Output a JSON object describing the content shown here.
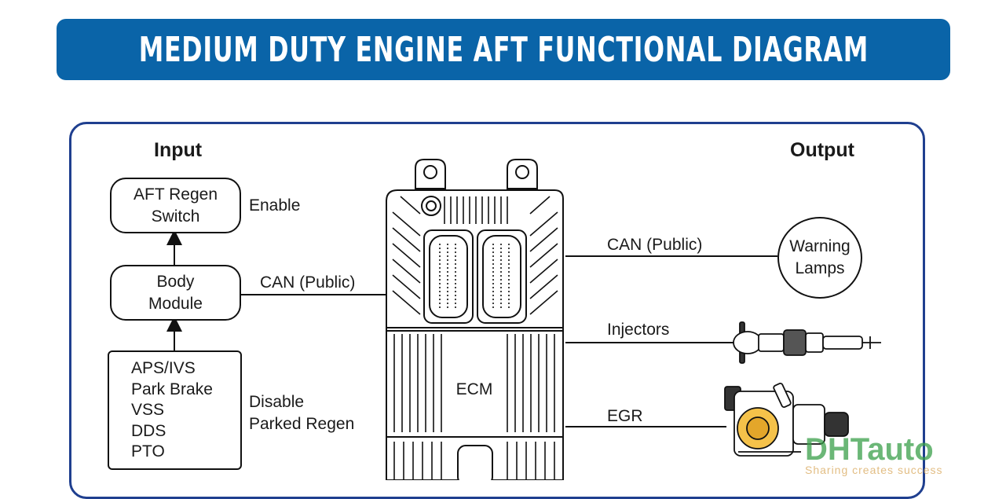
{
  "title": "MEDIUM DUTY ENGINE AFT FUNCTIONAL DIAGRAM",
  "input_heading": "Input",
  "output_heading": "Output",
  "inputs": {
    "aft_regen_switch": "AFT Regen\nSwitch",
    "enable_label": "Enable",
    "body_module": "Body\nModule",
    "can_public_left": "CAN (Public)",
    "sensor_list": [
      "APS/IVS",
      "Park Brake",
      "VSS",
      "DDS",
      "PTO"
    ],
    "disable_label": "Disable\nParked Regen"
  },
  "ecm_label": "ECM",
  "outputs": {
    "can_public_right": "CAN (Public)",
    "warning_lamps": "Warning\nLamps",
    "injectors": "Injectors",
    "egr": "EGR"
  },
  "watermark": {
    "brand": "DHTauto",
    "tagline": "Sharing creates success"
  }
}
